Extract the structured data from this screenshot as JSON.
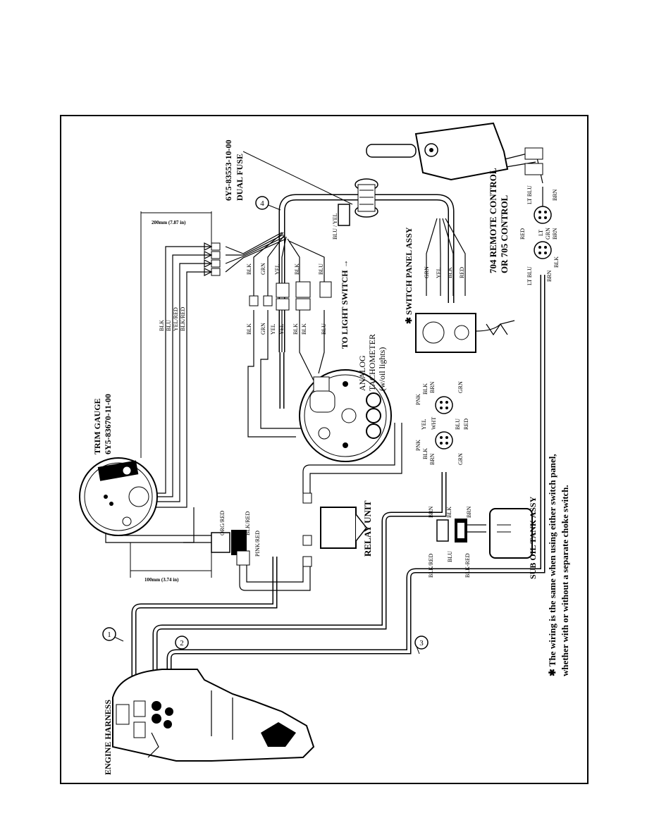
{
  "diagram": {
    "labels": {
      "engine_harness": "ENGINE HARNESS",
      "trim_gauge": "TRIM GAUGE",
      "trim_gauge_part": "6Y5-83670-11-00",
      "dual_fuse_part": "6Y5-83553-10-00",
      "dual_fuse": "DUAL FUSE",
      "dim_200": "200mm (7.87 in)",
      "dim_100": "100mm (3.74 in)",
      "relay_unit": "RELAY UNIT",
      "analog_tach": "ANALOG",
      "tachometer": "TACHOMETER",
      "oil_lights": "(w/oil lights)",
      "to_light_switch": "TO LIGHT SWITCH →",
      "switch_panel_assy": "✱ SWITCH PANEL ASSY",
      "remote_control_1": "704 REMOTE CONTROL",
      "remote_control_2": "OR 705 CONTROL",
      "sub_oil_tank": "SUB OIL TANK ASSY",
      "footnote_1": "✱ The wiring is the same when using either switch panel,",
      "footnote_2": "whether with or without a separate choke switch."
    },
    "callouts": [
      "1",
      "2",
      "3",
      "4"
    ],
    "wire_colors": {
      "blk": "BLK",
      "grn": "GRN",
      "yel": "YEL",
      "blu": "BLU",
      "blu_yel": "BLU / YEL",
      "yel_red": "YEL/RED",
      "blk_red": "BLK/RED",
      "blk_red_dash": "BLK-RED",
      "org_red": "ORG/RED",
      "pink_red": "PINK/RED",
      "pnk": "PNK",
      "brn": "BRN",
      "red": "RED",
      "wht": "WHT",
      "lt_blu": "LT BLU",
      "lt": "LT"
    }
  }
}
